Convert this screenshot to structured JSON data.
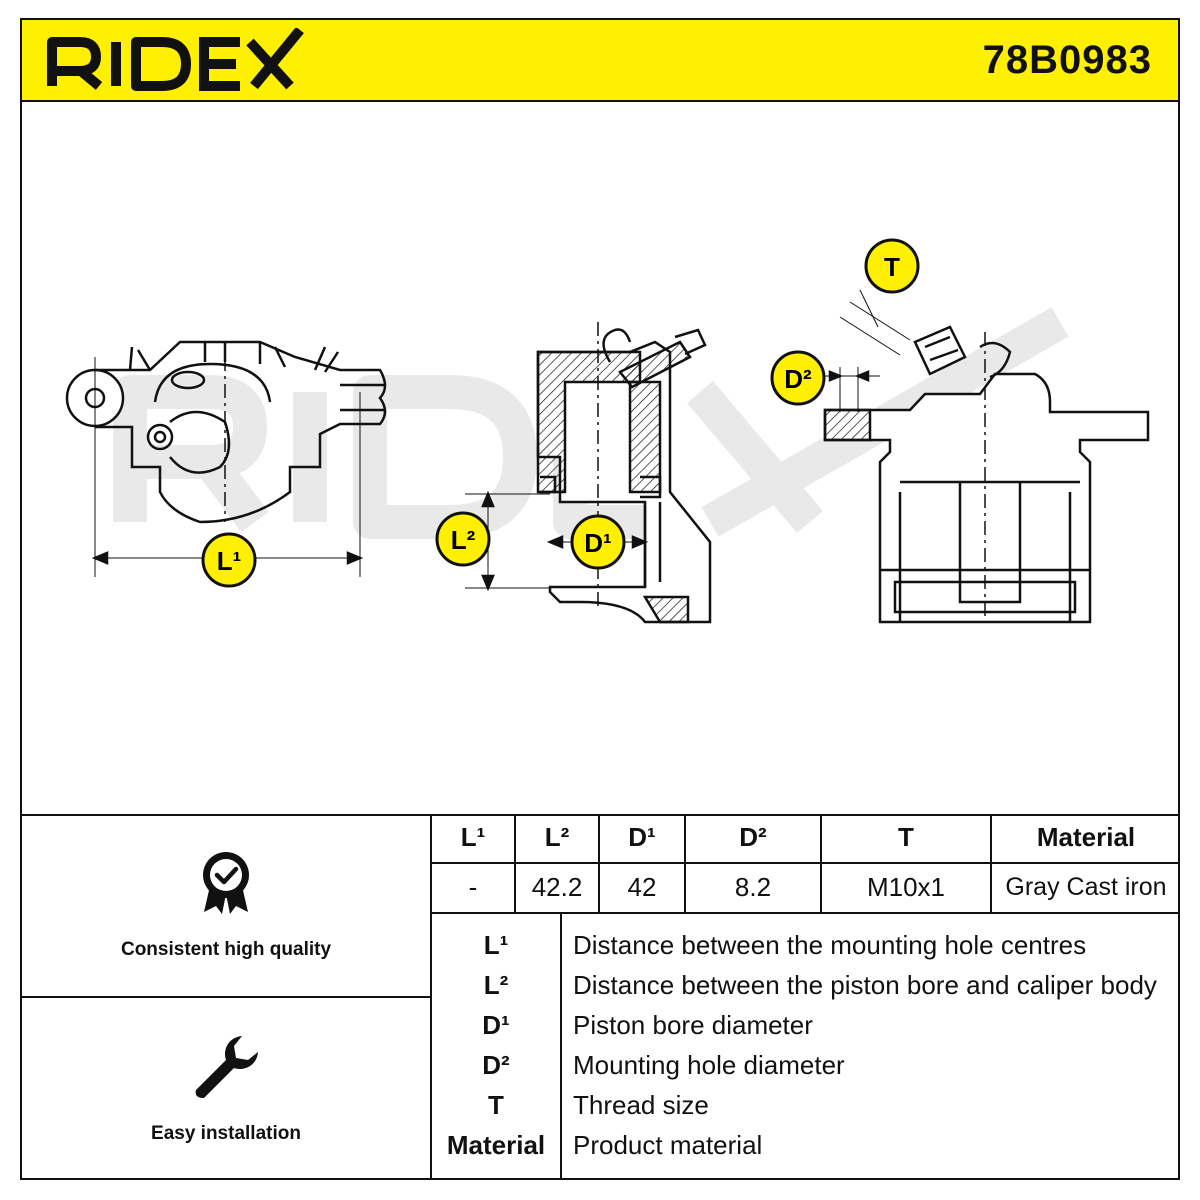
{
  "header": {
    "brand": "RIDEX",
    "part_number": "78B0983",
    "background_color": "#ffef00"
  },
  "drawing": {
    "watermark": "RIDEX",
    "callouts": {
      "L1": "L¹",
      "L2": "L²",
      "D1": "D¹",
      "D2": "D²",
      "T": "T"
    }
  },
  "features": [
    {
      "label": "Consistent high quality",
      "icon": "quality-badge-icon"
    },
    {
      "label": "Easy installation",
      "icon": "wrench-icon"
    }
  ],
  "specs": {
    "headers": [
      "L¹",
      "L²",
      "D¹",
      "D²",
      "T",
      "Material"
    ],
    "values": [
      "-",
      "42.2",
      "42",
      "8.2",
      "M10x1",
      "Gray Cast iron"
    ]
  },
  "legend": [
    {
      "key": "L¹",
      "desc": "Distance between the mounting hole centres"
    },
    {
      "key": "L²",
      "desc": "Distance between the piston bore and caliper body"
    },
    {
      "key": "D¹",
      "desc": "Piston bore diameter"
    },
    {
      "key": "D²",
      "desc": "Mounting hole diameter"
    },
    {
      "key": "T",
      "desc": "Thread size"
    },
    {
      "key": "Material",
      "desc": "Product material"
    }
  ]
}
